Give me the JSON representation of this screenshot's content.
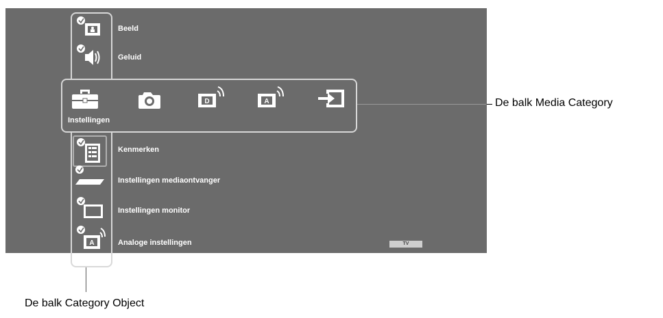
{
  "top_menu": [
    {
      "label": "Beeld",
      "icon": "picture-settings-icon"
    },
    {
      "label": "Geluid",
      "icon": "sound-settings-icon"
    }
  ],
  "media_bar": {
    "selected_label": "Instellingen",
    "items": [
      {
        "icon": "toolbox-icon"
      },
      {
        "icon": "camera-icon"
      },
      {
        "icon": "digital-tv-icon"
      },
      {
        "icon": "analog-tv-icon"
      },
      {
        "icon": "input-icon"
      }
    ]
  },
  "bottom_menu": [
    {
      "label": "Kenmerken",
      "icon": "features-icon"
    },
    {
      "label": "Instellingen mediaontvanger",
      "icon": "media-receiver-icon"
    },
    {
      "label": "Instellingen monitor",
      "icon": "monitor-icon"
    },
    {
      "label": "Analoge instellingen",
      "icon": "analog-settings-icon"
    }
  ],
  "badge": "TV",
  "callouts": {
    "media_category": "De balk Media Category",
    "category_object": "De balk Category Object"
  },
  "colors": {
    "screen_bg": "#6b6b6b",
    "bar_border": "#d8d8d8",
    "text": "#ffffff"
  }
}
